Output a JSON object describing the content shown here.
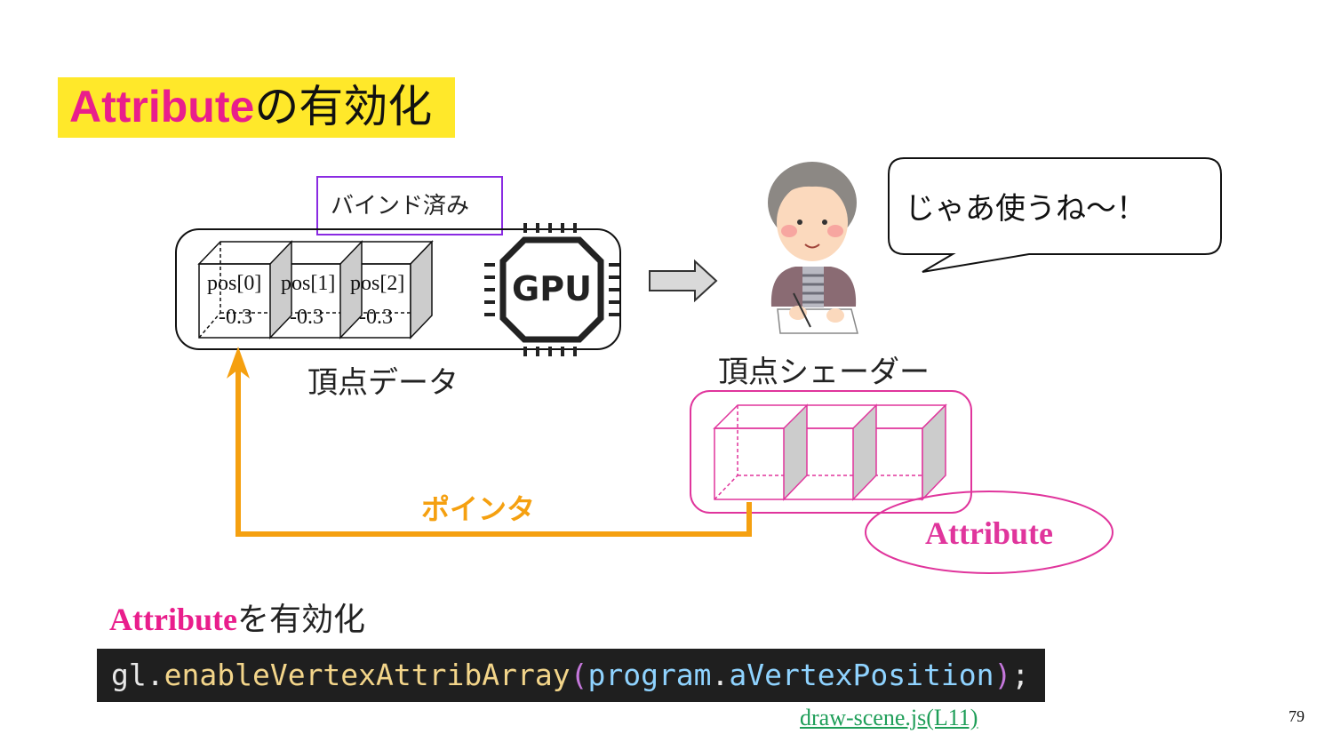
{
  "title": {
    "keyword": "Attribute",
    "rest": "の有効化"
  },
  "diagram": {
    "bound_label": "バインド済み",
    "cells": [
      {
        "name": "pos[0]",
        "value": "-0.3"
      },
      {
        "name": "pos[1]",
        "value": "-0.3"
      },
      {
        "name": "pos[2]",
        "value": "-0.3"
      }
    ],
    "gpu_label": "GPU",
    "vertex_data_label": "頂点データ",
    "vertex_shader_label": "頂点シェーダー",
    "speech_text": "じゃあ使うね～！",
    "pointer_label": "ポインタ",
    "attribute_label": "Attribute",
    "colors": {
      "orange": "#f5a010",
      "magenta": "#e0359c",
      "purple": "#8a2be2"
    }
  },
  "subhead": {
    "keyword": "Attribute",
    "rest": "を有効化"
  },
  "code": {
    "obj": "gl",
    "dot1": ".",
    "method": "enableVertexAttribArray",
    "open": "(",
    "arg_obj": "program",
    "dot2": ".",
    "arg_prop": "aVertexPosition",
    "close": ")",
    "semi": ";"
  },
  "source_link": "draw-scene.js(L11)",
  "page_number": "79"
}
